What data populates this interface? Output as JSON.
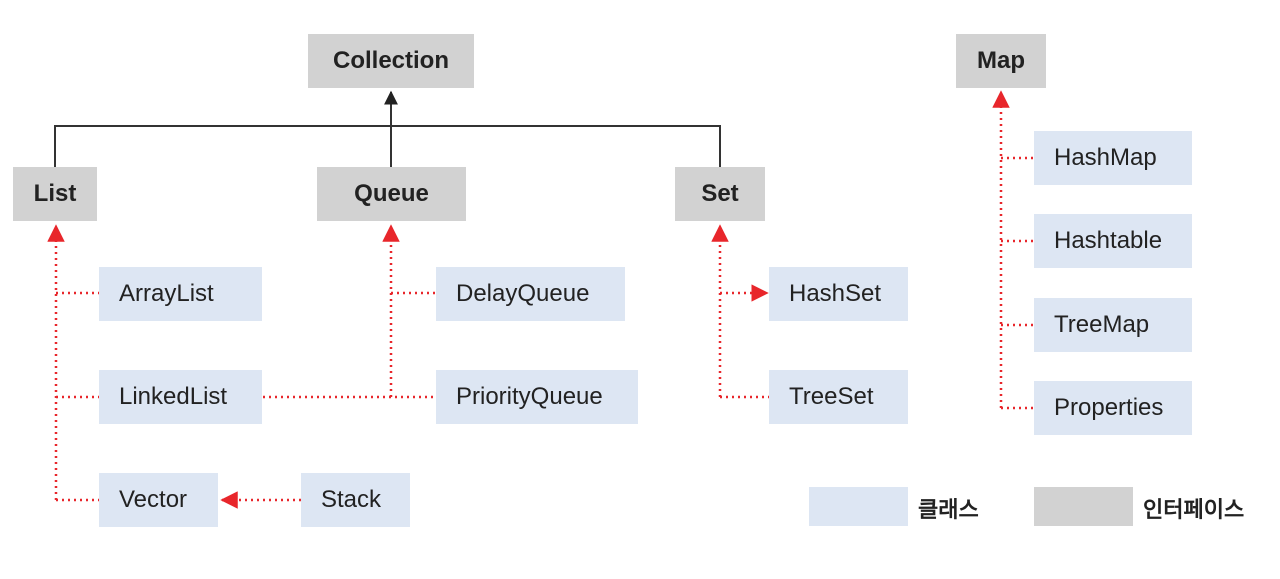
{
  "interfaces": {
    "collection": "Collection",
    "map": "Map",
    "list": "List",
    "queue": "Queue",
    "set": "Set"
  },
  "classes": {
    "arraylist": "ArrayList",
    "linkedlist": "LinkedList",
    "vector": "Vector",
    "stack": "Stack",
    "delayqueue": "DelayQueue",
    "priorityqueue": "PriorityQueue",
    "hashset": "HashSet",
    "treeset": "TreeSet",
    "hashmap": "HashMap",
    "hashtable": "Hashtable",
    "treemap": "TreeMap",
    "properties": "Properties"
  },
  "legend": {
    "class_label": "클래스",
    "interface_label": "인터페이스"
  },
  "colors": {
    "interface_fill": "#d2d2d2",
    "class_fill": "#dde6f3",
    "inheritance_line": "#333333",
    "implementation_line": "#e8262b"
  }
}
